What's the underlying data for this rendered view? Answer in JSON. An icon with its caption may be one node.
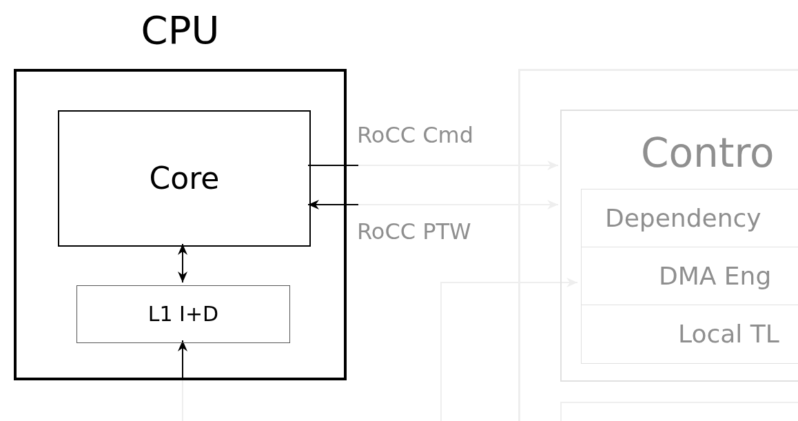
{
  "diagram": {
    "nodes": [
      {
        "text": [
          "CPU"
        ]
      },
      {
        "text": [
          "Core"
        ],
        "in": 0
      },
      {
        "text": [
          "L1 I+D"
        ],
        "in": 0
      },
      {
        "text": [],
        "shape": "box"
      },
      {
        "text": [
          "Contro"
        ],
        "in": 3
      },
      {
        "text": [
          "Dependency"
        ],
        "in": 4
      },
      {
        "text": [
          "DMA Eng"
        ],
        "in": 4
      },
      {
        "text": [
          "Local TL"
        ],
        "in": 4
      },
      {
        "text": [],
        "shape": "box",
        "in": 3
      }
    ],
    "edges": [
      {
        "from": 1,
        "to": 4,
        "arrow": "to",
        "label": "RoCC Cmd"
      },
      {
        "from": 4,
        "to": 1,
        "arrow": "both",
        "label": "RoCC PTW"
      },
      {
        "from": 1,
        "to": 2,
        "arrow": "both"
      },
      {
        "from": null,
        "to": 2,
        "arrow": "to"
      },
      {
        "from": null,
        "to": 6,
        "arrow": "to",
        "color": "#eeeeee"
      }
    ]
  }
}
